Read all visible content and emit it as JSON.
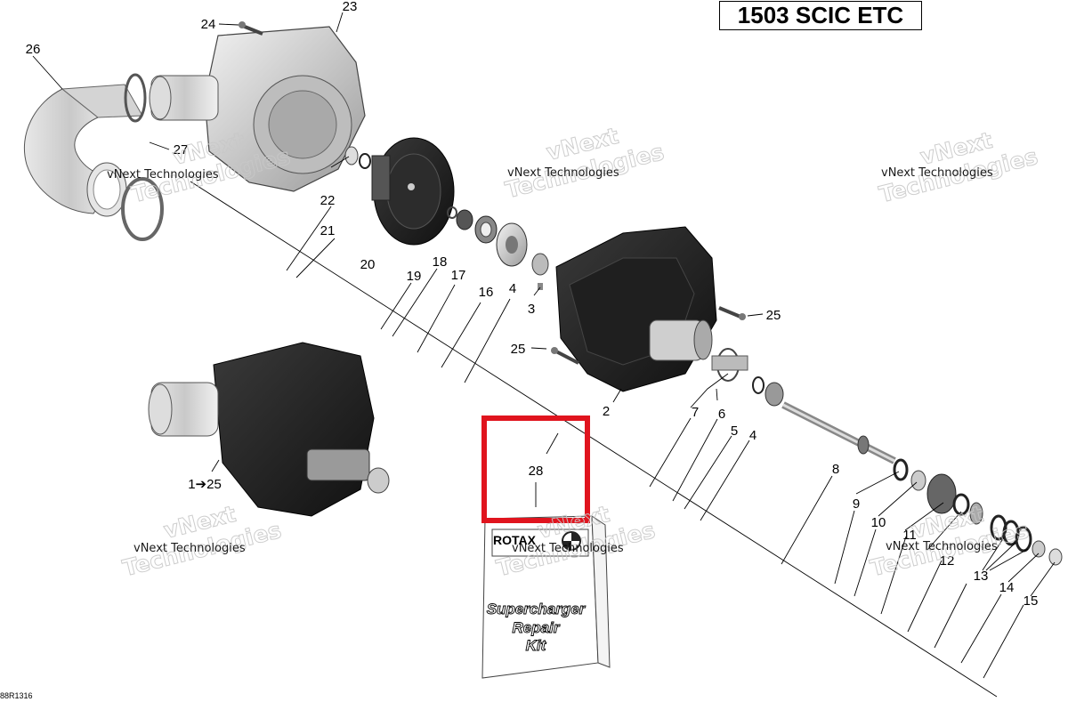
{
  "model_label": "1503 SCIC ETC",
  "drawing_code": "88R1316",
  "watermark": {
    "line1": "vNext Technologies",
    "line2": "vNext",
    "line3": "Technologies"
  },
  "kit_box": {
    "brand": "ROTAX",
    "title_line1": "Supercharger",
    "title_line2": "Repair",
    "title_line3": "Kit"
  },
  "highlight_color": "#e0141e",
  "callouts": {
    "c1_25": "1➔25",
    "c2": "2",
    "c3": "3",
    "c4a": "4",
    "c4b": "4",
    "c5": "5",
    "c6": "6",
    "c7": "7",
    "c8": "8",
    "c9": "9",
    "c10": "10",
    "c11": "11",
    "c12": "12",
    "c13": "13",
    "c14": "14",
    "c15": "15",
    "c16": "16",
    "c17": "17",
    "c18": "18",
    "c19": "19",
    "c20": "20",
    "c21": "21",
    "c22": "22",
    "c23": "23",
    "c24": "24",
    "c25a": "25",
    "c25b": "25",
    "c26": "26",
    "c27": "27",
    "c28": "28"
  }
}
